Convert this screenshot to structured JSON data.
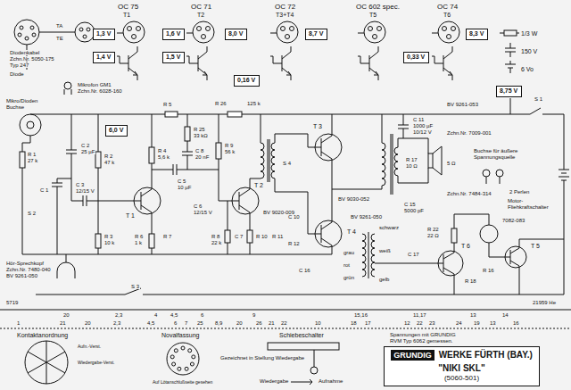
{
  "diagram": {
    "nodes": [
      {
        "text": [
          "1,3 V"
        ]
      },
      {
        "text": [
          "1,4 V"
        ]
      },
      {
        "text": [
          "1,6 V"
        ]
      },
      {
        "text": [
          "1,5 V"
        ]
      },
      {
        "text": [
          "8,0 V"
        ]
      },
      {
        "text": [
          "0,16 V"
        ]
      },
      {
        "text": [
          "8,7 V"
        ]
      },
      {
        "text": [
          "0,33 V"
        ]
      },
      {
        "text": [
          "8,3 V"
        ]
      },
      {
        "text": [
          "6,0 V"
        ]
      },
      {
        "text": [
          "8,75 V"
        ]
      },
      {
        "text": [
          "GRUNDIG",
          "WERKE FÜRTH (BAY.)",
          "\"NIKI SKL\"",
          "(5060-501)"
        ]
      }
    ],
    "labels": [
      "OC 75",
      "T1",
      "OC 71",
      "T2",
      "OC 72",
      "T3+T4",
      "OC 602 spec.",
      "T5",
      "OC 74",
      "T6",
      "1/3 W",
      "150 V",
      "6 Vo",
      "TA",
      "TE",
      "Diodenkabel",
      "Zchn.Nr. 5050-175",
      "Typ 247",
      "Diode",
      "Mikrofon GM1",
      "Zchn.Nr. 6028-160",
      "Mikro/Dioden",
      "Buchse",
      "R 26",
      "125 k",
      "R 5",
      "R 25",
      "33 kΩ",
      "C 8",
      "20 nF",
      "R 1",
      "27 k",
      "C 2",
      "25 µF",
      "R 2",
      "47 k",
      "R 4",
      "5,6 k",
      "R 9",
      "56 k",
      "BV 9020-009",
      "S 4",
      "T 3",
      "T 4",
      "C 11",
      "1000 µF",
      "10/12 V",
      "BV 9261-053",
      "S 1",
      "BV 9030-052",
      "R 17",
      "10 Ω",
      "Zchn.Nr. 7009-001",
      "5 Ω",
      "Buchse für äußere",
      "Spannungsquelle",
      "Zchn.Nr. 7484-314",
      "2 Perlen",
      "7082-083",
      "Motor-",
      "Fliehkraftschalter",
      "C 15",
      "5000 pF",
      "BV 9261-050",
      "schwarz",
      "weiß",
      "grau",
      "rot",
      "grün",
      "gelb",
      "C 16",
      "C 10",
      "R 22",
      "22 Ω",
      "R 16",
      "R 18",
      "C 17",
      "T 1",
      "T 2",
      "T 6",
      "T 5",
      "C 1",
      "C 3",
      "12/15 V",
      "C 5",
      "10 µF",
      "C 6",
      "12/15 V",
      "R 3",
      "10 k",
      "R 6",
      "1 k",
      "R 7",
      "R 8",
      "22 k",
      "C 7",
      "R 10",
      "R 11",
      "R 12",
      "Hör-Sprechkopf",
      "Zchn.Nr. 7480-040",
      "BV 9261-050",
      "S 2",
      "S 3",
      "5719",
      "21959 He",
      "20",
      "2,3",
      "4",
      "4,5",
      "6",
      "9",
      "15,16",
      "11,17",
      "13",
      "14",
      "1",
      "21",
      "20",
      "2,3",
      "4,5",
      "6",
      "7",
      "25",
      "8,9",
      "20",
      "26",
      "21",
      "22",
      "10",
      "18",
      "17",
      "12",
      "22",
      "23",
      "24",
      "19",
      "13",
      "16",
      "Kontaktanordnung",
      "Novalfassung",
      "Schiebeschalter",
      "Spannungen mit GRUNDIG",
      "RVM Typ 6062 gemessen.",
      "Gezeichnet in Stellung Wiedergabe",
      "Wiedergabe",
      "Aufnahme",
      "Aufn.-Verst.",
      "Wiedergabe-Verst.",
      "Auf Lötanschlußseite gesehen"
    ]
  }
}
